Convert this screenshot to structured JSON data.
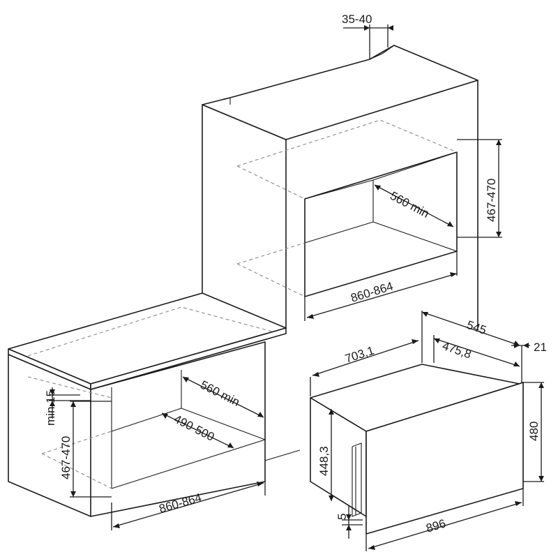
{
  "dimensions": {
    "top_offset": "35-40",
    "wall_cavity_height": "467-470",
    "wall_cavity_depth": "560 min",
    "wall_cavity_width": "860-864",
    "base_gap": "min 15",
    "base_cavity_height": "467-470",
    "base_cavity_depth": "560 min",
    "base_cavity_inner_depth": "490-500",
    "base_cavity_width": "860-864",
    "appliance_overall_depth": "545",
    "appliance_body_depth": "703,1",
    "appliance_side_depth": "475,8",
    "front_panel_thickness": "21",
    "front_panel_height": "480",
    "body_height": "448,3",
    "bottom_offset": "5",
    "front_panel_width": "896"
  }
}
